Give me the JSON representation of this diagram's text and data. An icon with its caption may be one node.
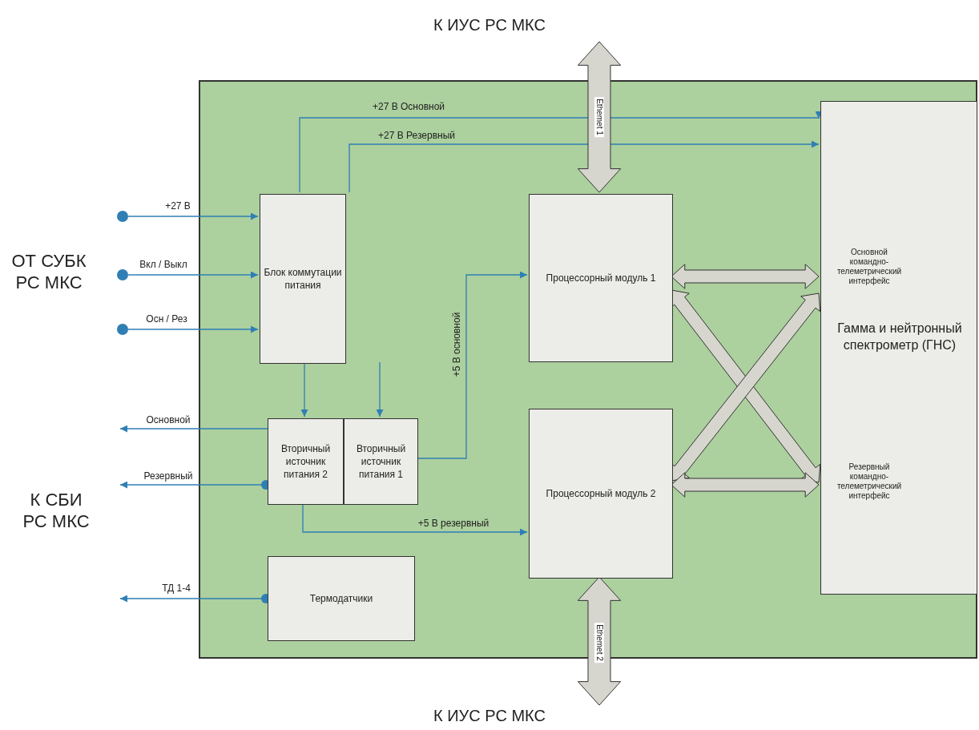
{
  "diagram": {
    "nodes": [
      {
        "text": [],
        "shape": "box"
      },
      {
        "text": [
          "Блок коммутации питания"
        ],
        "in": 0
      },
      {
        "text": [
          "Вторичный источник питания 2"
        ],
        "in": 0
      },
      {
        "text": [
          "Вторичный источник питания 1"
        ],
        "in": 0
      },
      {
        "text": [
          "Термодатчики"
        ],
        "in": 0
      },
      {
        "text": [
          "Процессорный модуль 1"
        ],
        "in": 0
      },
      {
        "text": [
          "Процессорный модуль 2"
        ],
        "in": 0
      },
      {
        "text": [
          "Основной командно-телеметрический интерфейс",
          "Гамма и нейтронный спектрометр (ГНС)",
          "Резервный командно-телеметрический интерфейс"
        ],
        "in": 0
      },
      {
        "text": [],
        "shape": "circle"
      },
      {
        "text": [],
        "shape": "circle"
      },
      {
        "text": [],
        "shape": "circle"
      }
    ],
    "edges": [
      {
        "from": 8,
        "to": 1,
        "arrow": "to",
        "label": "+27 В"
      },
      {
        "from": 9,
        "to": 1,
        "arrow": "to",
        "label": "Вкл / Выкл"
      },
      {
        "from": 10,
        "to": 1,
        "arrow": "to",
        "label": "Осн / Рез"
      },
      {
        "from": 1,
        "to": 7,
        "arrow": "to",
        "label": "+27 В Основной"
      },
      {
        "from": 1,
        "to": 7,
        "arrow": "to",
        "label": "+27 В Резервный"
      },
      {
        "from": 1,
        "to": 2,
        "arrow": "to"
      },
      {
        "from": 1,
        "to": 3,
        "arrow": "to"
      },
      {
        "from": 3,
        "to": 5,
        "arrow": "to",
        "label": "+5 В основной"
      },
      {
        "from": 2,
        "to": 6,
        "arrow": "to",
        "label": "+5 В резервный"
      },
      {
        "from": 3,
        "to": null,
        "arrow": "to",
        "label": "Основной"
      },
      {
        "from": 2,
        "to": null,
        "arrow": "to",
        "label": "Резервный"
      },
      {
        "from": 4,
        "to": null,
        "arrow": "to",
        "label": "ТД 1-4"
      },
      {
        "from": null,
        "to": 5,
        "arrow": "both",
        "label": "Ethemet 1",
        "style": "thick"
      },
      {
        "from": 6,
        "to": null,
        "arrow": "both",
        "label": "Ethemet 2",
        "style": "thick"
      },
      {
        "from": 5,
        "to": 7,
        "arrow": "both",
        "style": "thick"
      },
      {
        "from": 5,
        "to": 7,
        "arrow": "both",
        "style": "thick"
      },
      {
        "from": 6,
        "to": 7,
        "arrow": "both",
        "style": "thick"
      },
      {
        "from": 6,
        "to": 7,
        "arrow": "both",
        "style": "thick"
      }
    ],
    "labels": [
      "К ИУС РС МКС",
      "ОТ СУБК РС МКС",
      "К СБИ РС МКС",
      "К ИУС РС МКС"
    ]
  }
}
